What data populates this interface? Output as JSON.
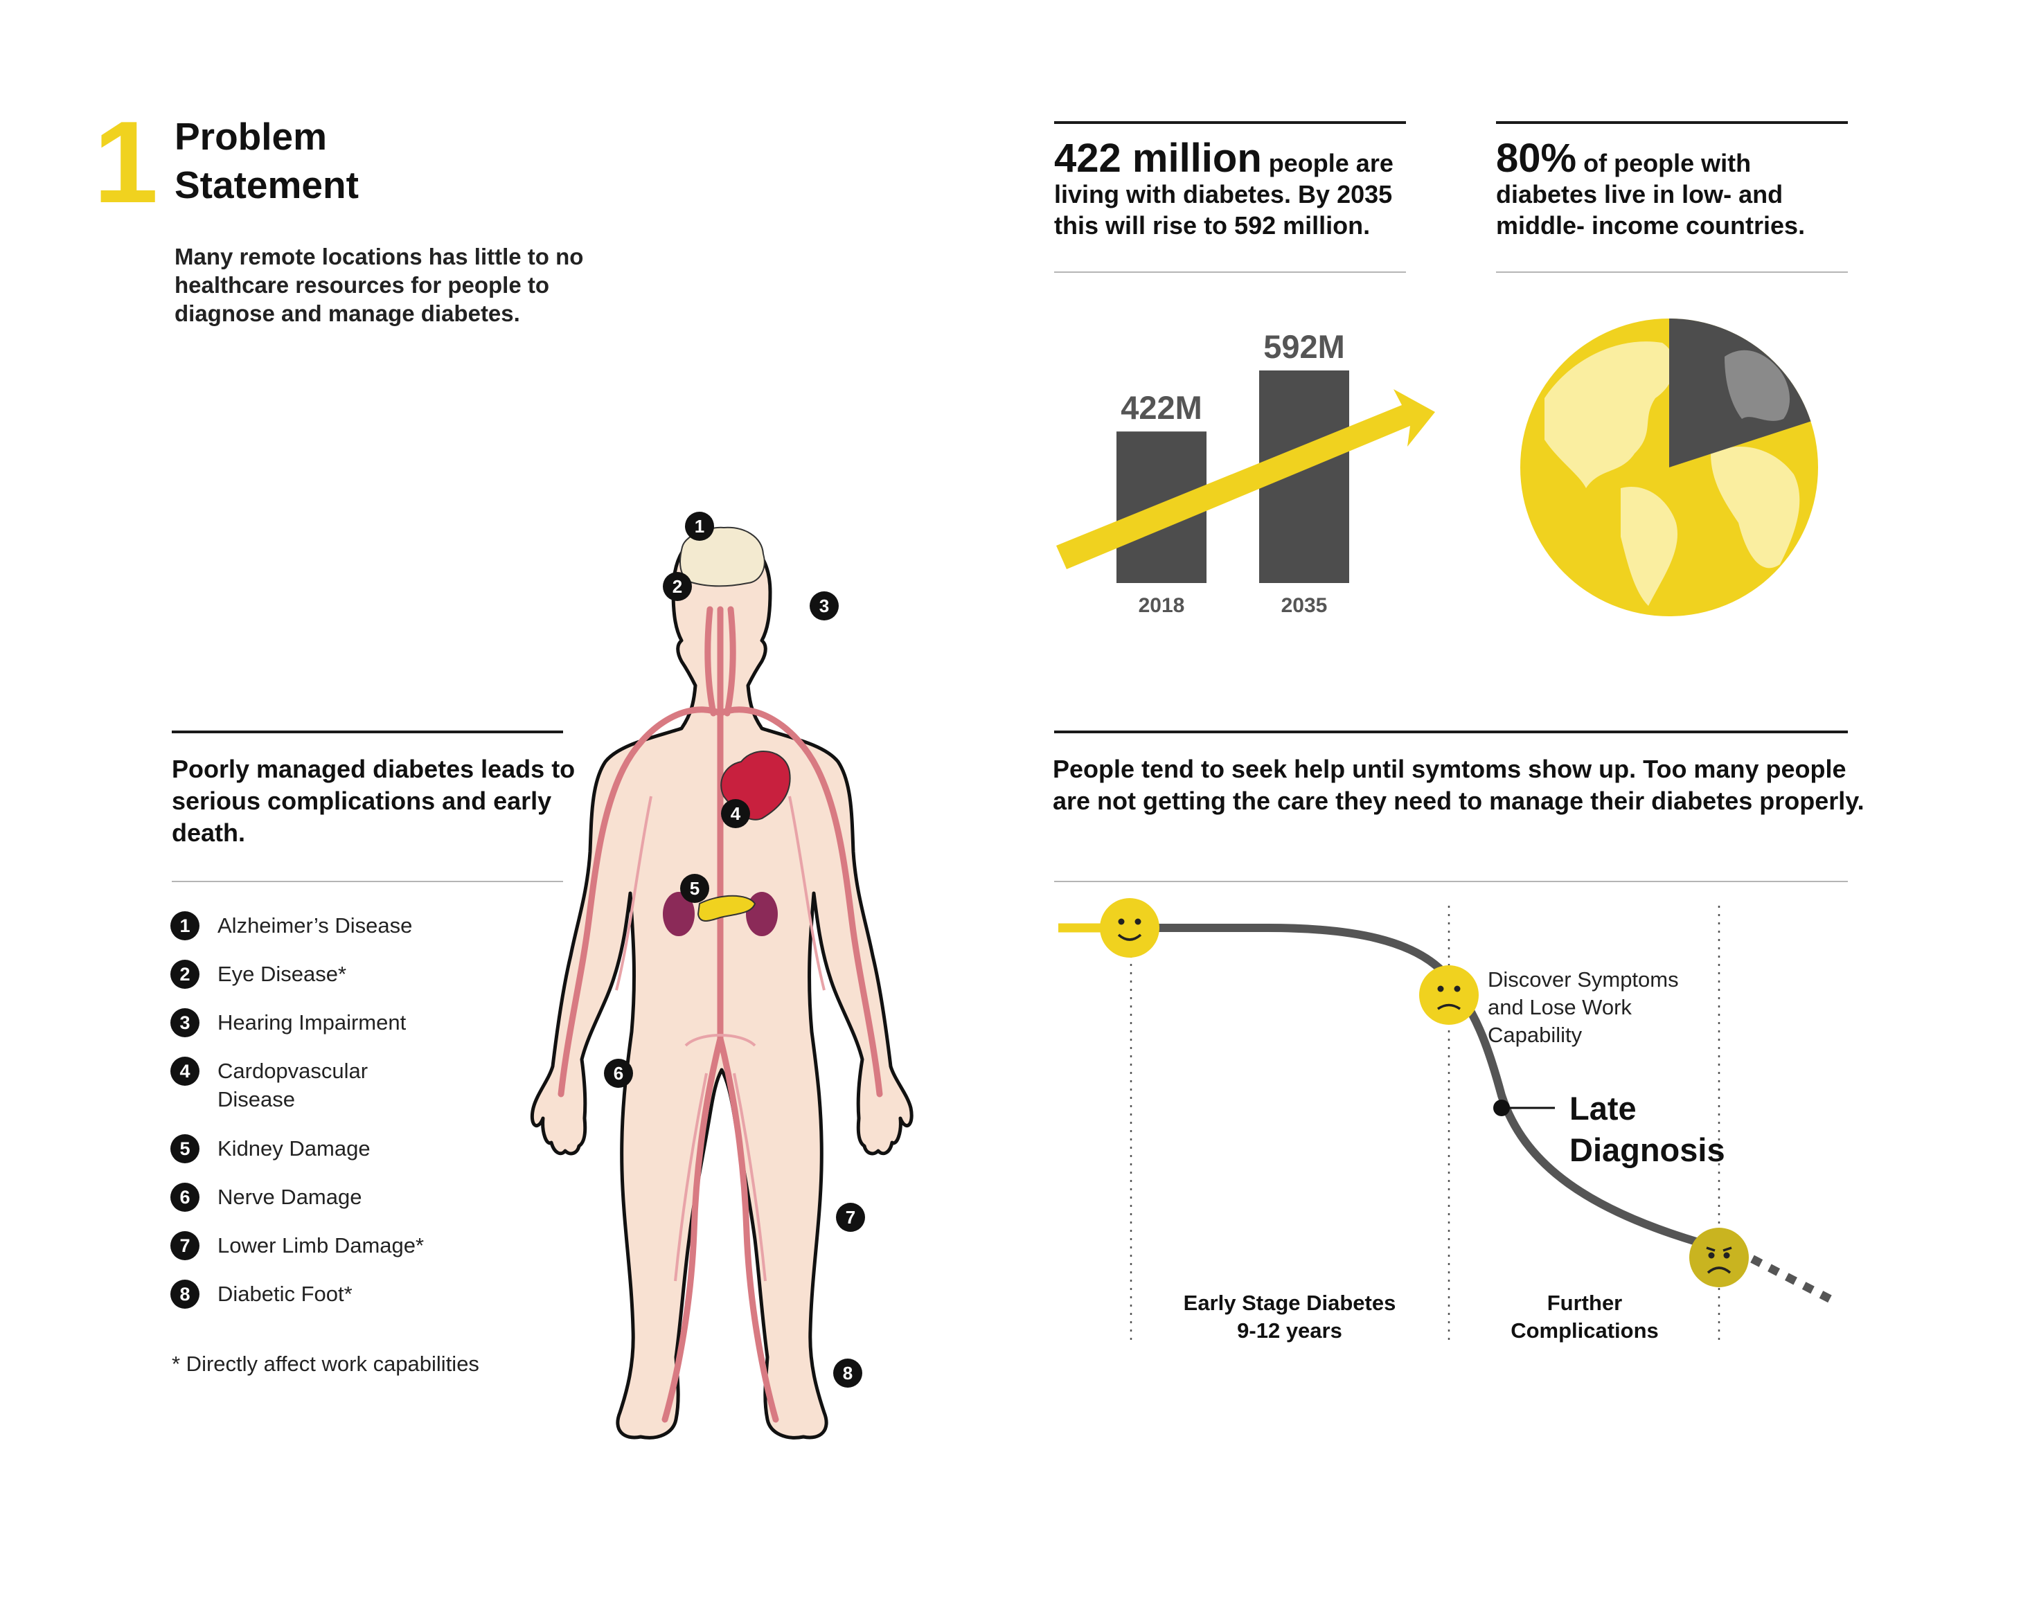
{
  "section": {
    "number": "1",
    "title_line1": "Problem",
    "title_line2": "Statement"
  },
  "intro": "Many remote locations has little to no healthcare resources for people to diagnose and manage diabetes.",
  "stat1": {
    "big": "422 million",
    "rest": " people are living with diabetes. By 2035 this will rise to 592 million."
  },
  "stat2": {
    "big": "80%",
    "rest": " of people with diabetes live in low- and middle- income countries."
  },
  "chart_data": {
    "type": "bar",
    "categories": [
      "2018",
      "2035"
    ],
    "values": [
      422,
      592
    ],
    "value_labels": [
      "422M",
      "592M"
    ],
    "ylim": [
      0,
      700
    ]
  },
  "pie": {
    "share_low_middle_income": 80,
    "colors": {
      "main": "#f0d21f",
      "light": "#faeea0",
      "dark": "#4d4d4d",
      "dark_land": "#8a8a8a"
    }
  },
  "complications": {
    "heading": "Poorly managed diabetes leads to serious complications and early death.",
    "items": [
      {
        "n": "1",
        "label": "Alzheimer’s Disease"
      },
      {
        "n": "2",
        "label": "Eye Disease*"
      },
      {
        "n": "3",
        "label": "Hearing Impairment"
      },
      {
        "n": "4",
        "label": "Cardopvascular Disease"
      },
      {
        "n": "5",
        "label": "Kidney Damage"
      },
      {
        "n": "6",
        "label": "Nerve Damage"
      },
      {
        "n": "7",
        "label": "Lower Limb Damage*"
      },
      {
        "n": "8",
        "label": "Diabetic Foot*"
      }
    ],
    "footnote": "* Directly affect work capabilities"
  },
  "help": {
    "heading": "People tend to seek help until symtoms show up. Too many people are not getting the care they need to manage their diabetes properly.",
    "timeline": {
      "symptoms_l1": "Discover Symptoms",
      "symptoms_l2": "and Lose Work",
      "symptoms_l3": "Capability",
      "late_l1": "Late",
      "late_l2": "Diagnosis",
      "stage1_l1": "Early Stage Diabetes",
      "stage1_l2": "9-12 years",
      "stage2_l1": "Further",
      "stage2_l2": "Complications"
    }
  },
  "icons": [
    "smile-face-icon",
    "sad-face-icon",
    "worried-face-icon",
    "globe-icon",
    "trend-arrow-icon",
    "human-body-illustration"
  ],
  "colors": {
    "accent": "#f0d21f",
    "bar": "#4d4d4d",
    "skin": "#f8e1d2",
    "vessel": "#e8a3a8",
    "heart": "#c8203e",
    "kidney": "#8b2a58"
  }
}
